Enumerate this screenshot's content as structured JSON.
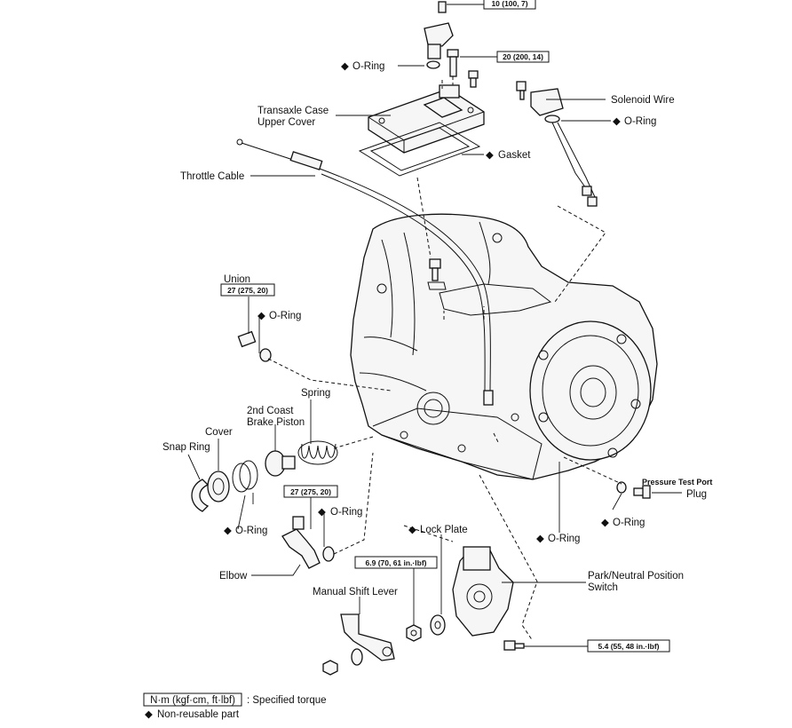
{
  "torque": {
    "top": "10 (100, 7)",
    "cover_bolt": "20 (200, 14)",
    "union": "27 (275, 20)",
    "elbow": "27 (275, 20)",
    "lever_nut": "6.9 (70, 61 in.·lbf)",
    "switch_bolt": "5.4 (55, 48 in.·lbf)"
  },
  "labels": {
    "oring_top": "O-Ring",
    "upper_cover": [
      "Transaxle Case",
      "Upper Cover"
    ],
    "gasket": "Gasket",
    "solenoid_wire": "Solenoid Wire",
    "oring_solenoid": "O-Ring",
    "throttle_cable": "Throttle Cable",
    "union": "Union",
    "oring_union": "O-Ring",
    "spring": "Spring",
    "brake_piston": [
      "2nd Coast",
      "Brake Piston"
    ],
    "cover": "Cover",
    "snap_ring": "Snap Ring",
    "oring_cover": "O-Ring",
    "oring_elbow": "O-Ring",
    "elbow": "Elbow",
    "lock_plate": "Lock Plate",
    "oring_bottom": "O-Ring",
    "pressure_test_port": "Pressure Test Port",
    "plug": "Plug",
    "oring_plug": "O-Ring",
    "pnp_switch": [
      "Park/Neutral Position",
      "Switch"
    ],
    "manual_shift_lever": "Manual Shift Lever"
  },
  "legend": {
    "torque_unit": "N·m (kgf·cm, ft·lbf)",
    "torque_desc": ": Specified torque",
    "nonreusable": "Non-reusable part"
  },
  "symbols": {
    "non_reusable": "◆"
  }
}
